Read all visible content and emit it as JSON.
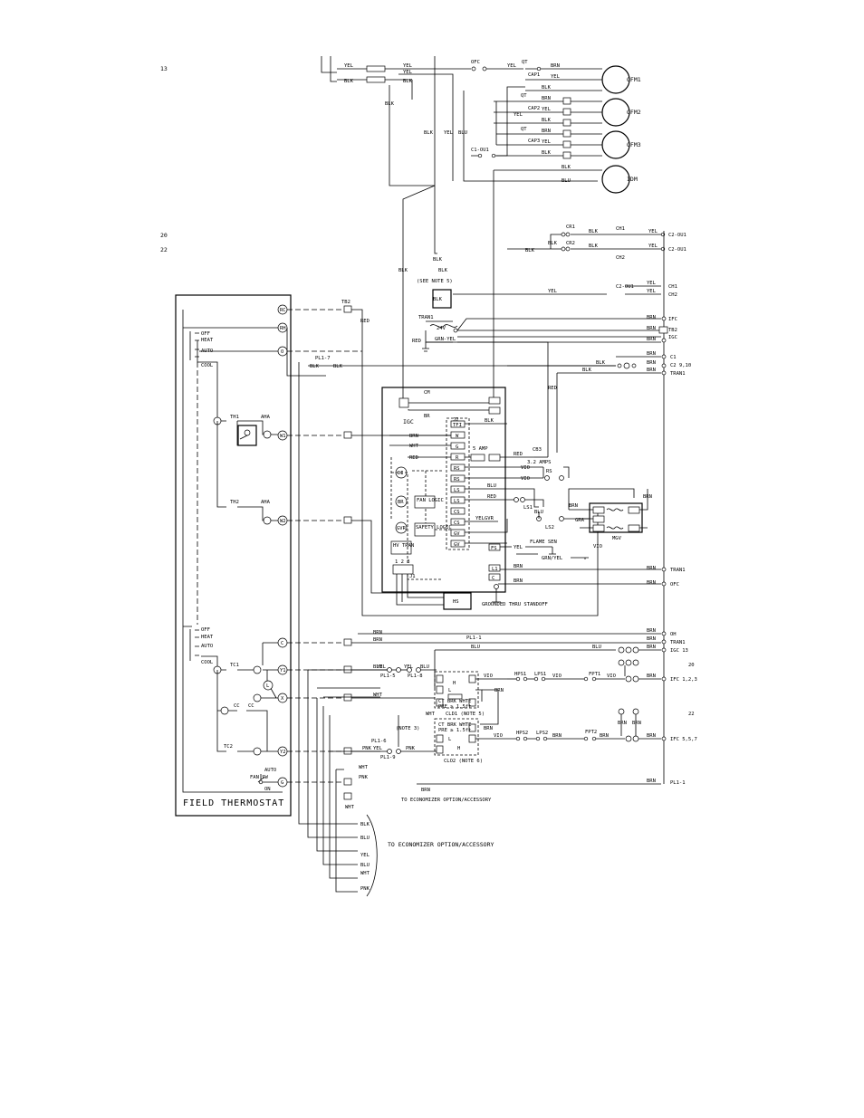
{
  "side_labels": [
    "13",
    "20",
    "22"
  ],
  "field_thermostat": {
    "title": "FIELD THERMOSTAT",
    "terminals": [
      "RC",
      "RH",
      "O",
      "W1",
      "W2",
      "C",
      "Y1",
      "X",
      "Y2",
      "G"
    ],
    "switch_top": [
      "OFF",
      "HEAT",
      "AUTO",
      "COOL"
    ],
    "switch_bottom": [
      "OFF",
      "HEAT",
      "AUTO",
      "COOL"
    ],
    "fan_switch": [
      "FAN SW",
      "AUTO",
      "ON"
    ],
    "components": [
      "TH1",
      "AHA",
      "TH2",
      "AHA",
      "TC1",
      "TC2",
      "CC",
      "CC",
      "L"
    ]
  },
  "motors": [
    {
      "name": "OFM1",
      "cap": "CAP1"
    },
    {
      "name": "OFM2",
      "cap": "CAP2"
    },
    {
      "name": "OFM3",
      "cap": "CAP3"
    },
    {
      "name": "IDM",
      "cap": ""
    }
  ],
  "wire_colors": [
    "YEL",
    "BLK",
    "BRN",
    "BLU",
    "RED",
    "VIO",
    "WHT",
    "PNK",
    "GRA",
    "GRN-YEL",
    "GRN/YEL"
  ],
  "top_labels": {
    "ofc": "OFC",
    "qt": "QT",
    "c1ou1": "C1-OU1",
    "c2ou1": "C2-OU1",
    "cr1": "CR1",
    "cr2": "CR2",
    "ch1": "CH1",
    "ch2": "CH2",
    "see_note5": "(SEE NOTE 5)",
    "tran1": "TRAN1",
    "v24": "24V",
    "tb2": "TB2",
    "pl1_7": "PL1-7"
  },
  "igc": {
    "name": "IGC",
    "cm": "CM",
    "br": "BR",
    "j2": "J2",
    "j1": "J1",
    "fan_logic": "FAN LOGIC",
    "safety_logic": "SAFETY LOGIC",
    "hv_tran": "HV TRAN",
    "fuse": "5 AMP",
    "pins": [
      "TFI",
      "W",
      "G",
      "R",
      "RS",
      "RS",
      "LS",
      "LS",
      "CS",
      "CS",
      "GV",
      "GV"
    ],
    "cb3": "CB3",
    "cb3_rating": "3.2 AMPS",
    "rs": "RS",
    "ls1": "LS1",
    "ls2": "LS2",
    "flame_sen": "FLAME SEN",
    "mgv": "MGV",
    "hs": "HS",
    "grounded": "GROUNDED THRU STANDOFF"
  },
  "right_labels": [
    "IFC",
    "TB2",
    "IGC",
    "C1",
    "C2  9,10",
    "TRAN1",
    "TRAN1",
    "OFC",
    "OH",
    "TRAN1",
    "IGC  13",
    "IFC  1,2,3",
    "IFC  5,5,7",
    "PL1-1"
  ],
  "lower": {
    "pl1_1": "PL1-1",
    "pl1_6": "PL1-6",
    "pl1_5": "PL1-5",
    "pl1_8": "PL1-8",
    "pl1_9": "PL1-9",
    "note3": "(NOTE 3)",
    "cld1": "CLD1 (NOTE 5)",
    "cld2": "CLO2  (NOTE 6)",
    "hps1": "HPS1",
    "lps1": "LPS1",
    "fpt1": "FPT1",
    "hps2": "HPS2",
    "lps2": "LPS2",
    "fpt2": "FPT2",
    "ref20": "20",
    "ref22": "22",
    "econ_note1": "TO ECONOMIZER OPTION/ACCESSORY",
    "econ_note2": "TO ECONOMIZER OPTION/ACCESSORY",
    "econ_wires": [
      "BLK",
      "BLU",
      "YEL",
      "BLU",
      "WHT",
      "PNK"
    ]
  }
}
